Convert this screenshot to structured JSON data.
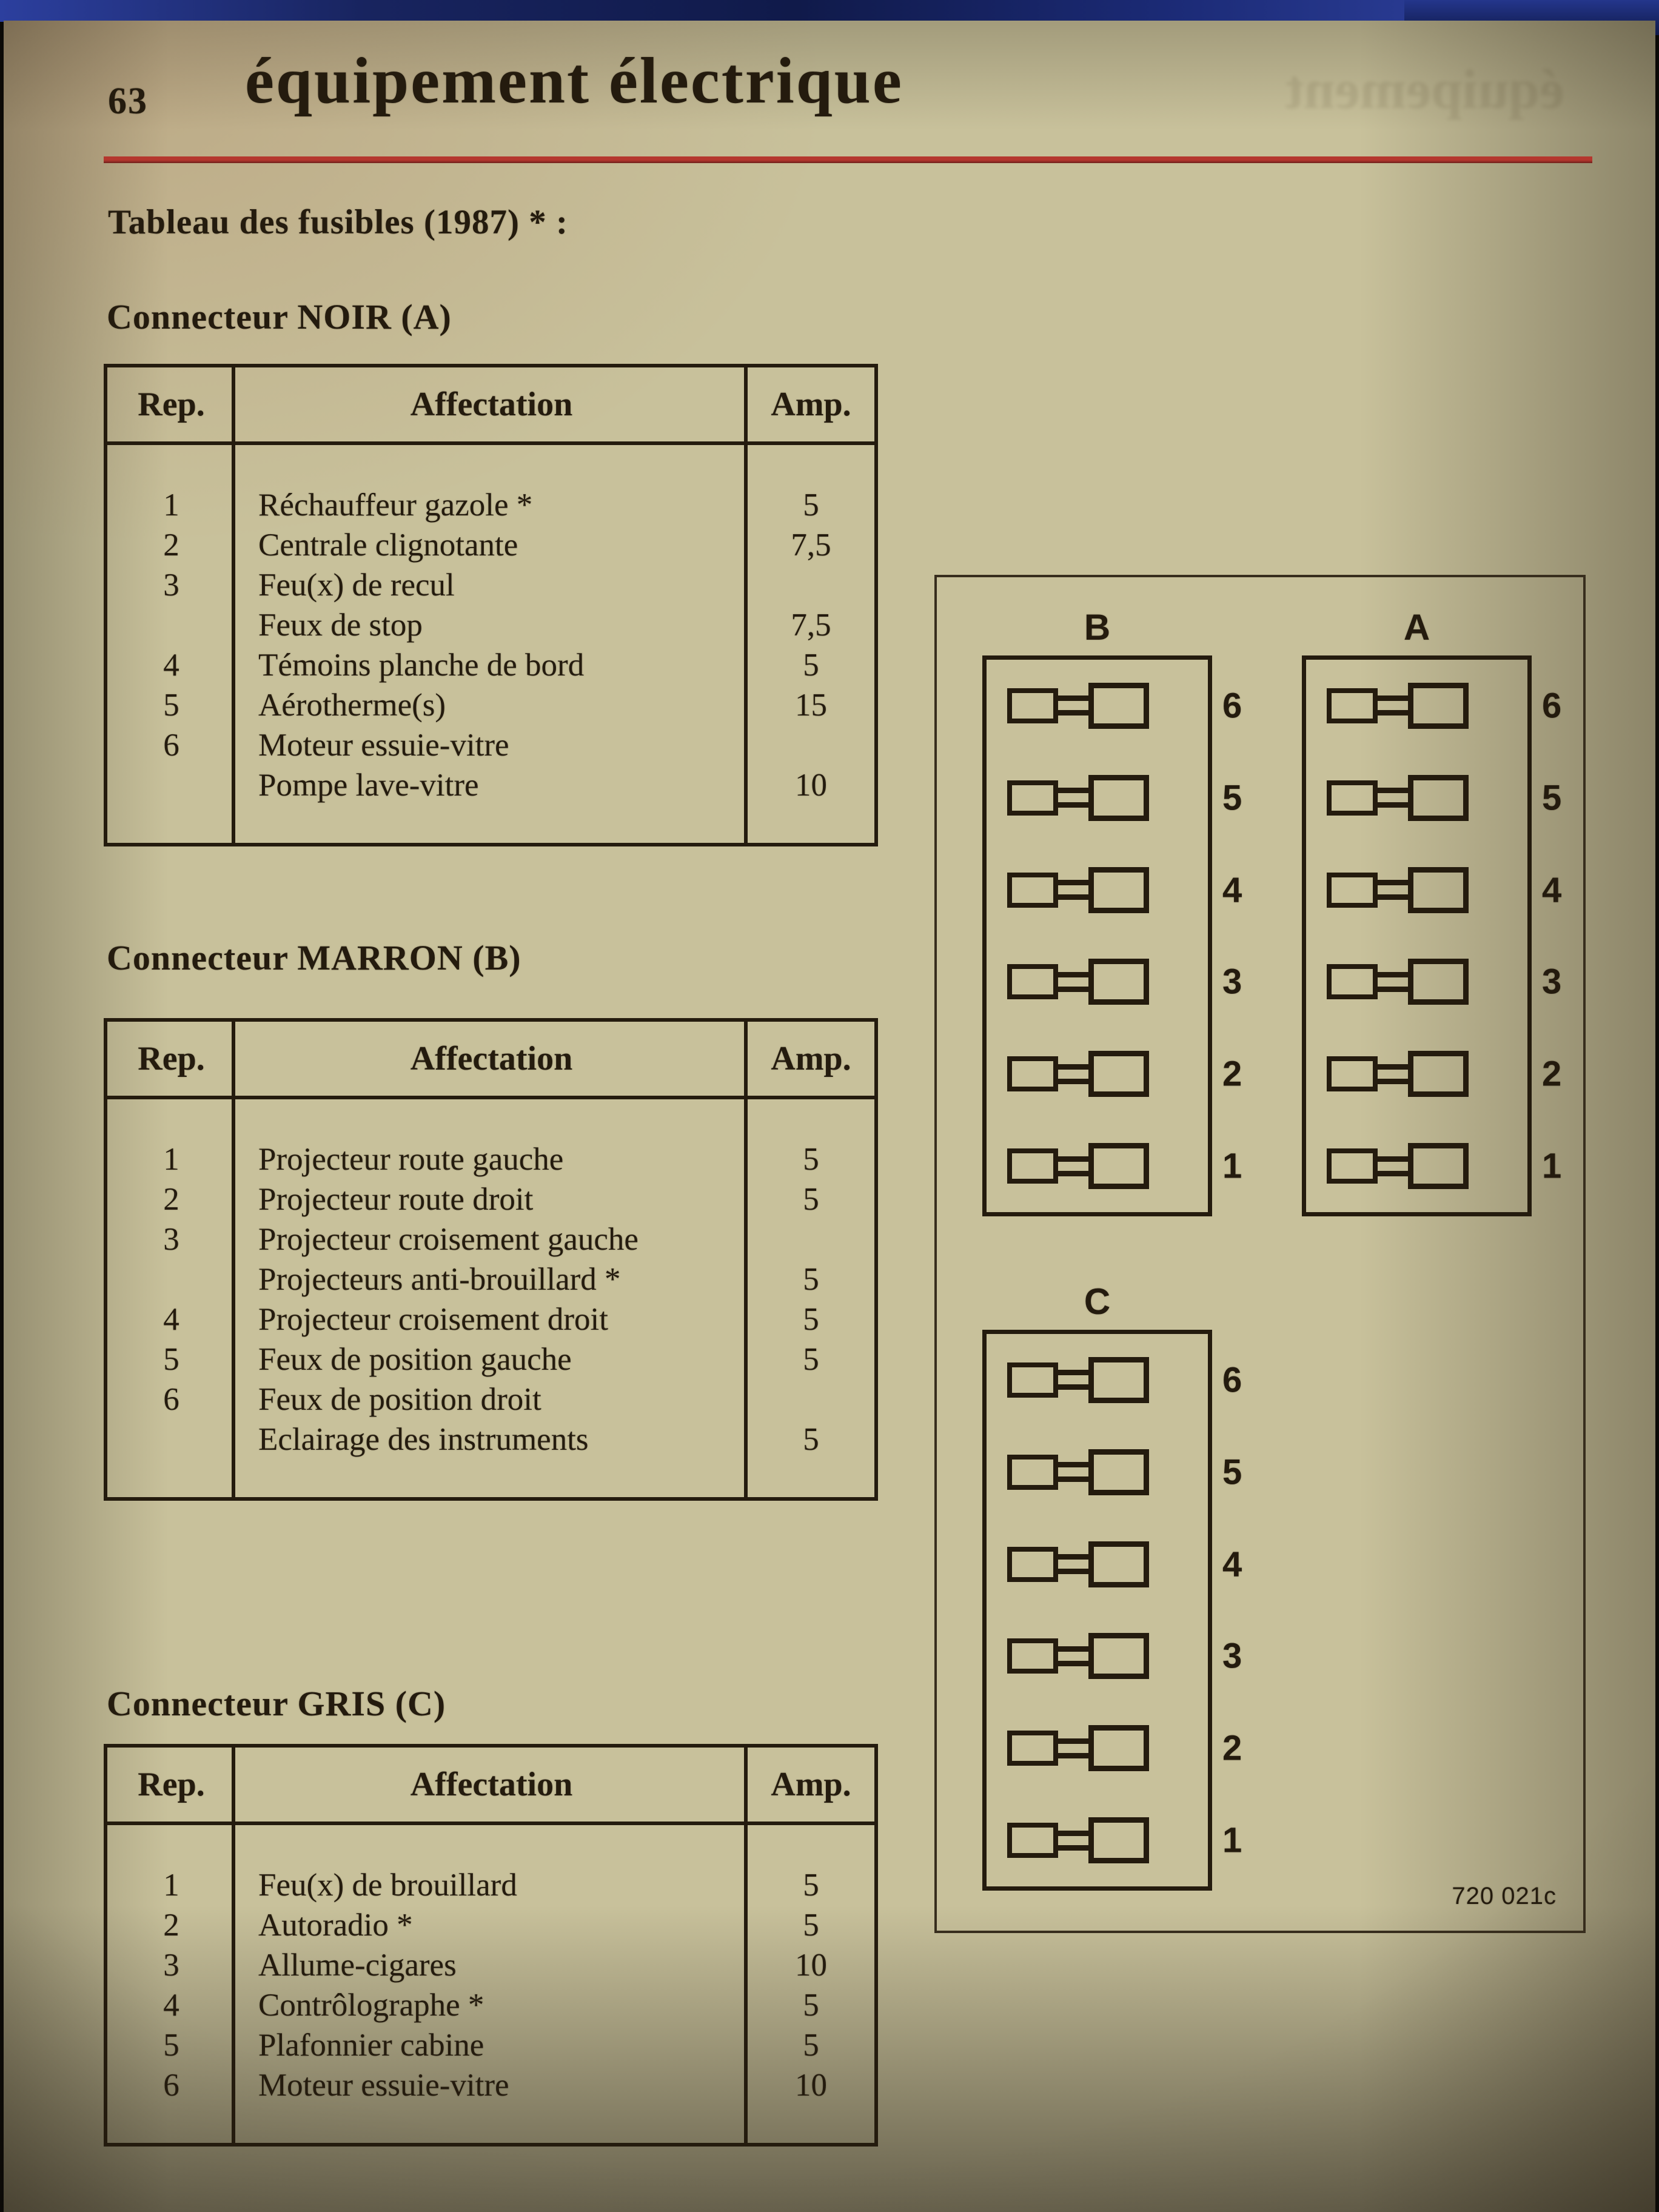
{
  "page": {
    "number": "63",
    "title": "équipement électrique",
    "subtitle": "Tableau des fusibles (1987) * :",
    "bleed_text": "équipement"
  },
  "colors": {
    "paper": "#c8c19b",
    "ink": "#241b0e",
    "red_rule": "#a5302a"
  },
  "tables": [
    {
      "heading": "Connecteur NOIR (A)",
      "columns": {
        "rep": "Rep.",
        "affectation": "Affectation",
        "amp": "Amp."
      },
      "rows": [
        {
          "rep": "1",
          "affectation": "Réchauffeur gazole *",
          "amp": "5"
        },
        {
          "rep": "2",
          "affectation": "Centrale clignotante",
          "amp": "7,5"
        },
        {
          "rep": "3",
          "affectation": "Feu(x) de recul",
          "amp": ""
        },
        {
          "rep": "",
          "affectation": "Feux de stop",
          "amp": "7,5"
        },
        {
          "rep": "4",
          "affectation": "Témoins planche de bord",
          "amp": "5"
        },
        {
          "rep": "5",
          "affectation": "Aérotherme(s)",
          "amp": "15"
        },
        {
          "rep": "6",
          "affectation": "Moteur essuie-vitre",
          "amp": ""
        },
        {
          "rep": "",
          "affectation": "Pompe lave-vitre",
          "amp": "10"
        }
      ]
    },
    {
      "heading": "Connecteur MARRON (B)",
      "columns": {
        "rep": "Rep.",
        "affectation": "Affectation",
        "amp": "Amp."
      },
      "rows": [
        {
          "rep": "1",
          "affectation": "Projecteur route gauche",
          "amp": "5"
        },
        {
          "rep": "2",
          "affectation": "Projecteur route droit",
          "amp": "5"
        },
        {
          "rep": "3",
          "affectation": "Projecteur croisement gauche",
          "amp": ""
        },
        {
          "rep": "",
          "affectation": "Projecteurs anti-brouillard *",
          "amp": "5"
        },
        {
          "rep": "4",
          "affectation": "Projecteur croisement droit",
          "amp": "5"
        },
        {
          "rep": "5",
          "affectation": "Feux de position gauche",
          "amp": "5"
        },
        {
          "rep": "6",
          "affectation": "Feux de position droit",
          "amp": ""
        },
        {
          "rep": "",
          "affectation": "Eclairage des instruments",
          "amp": "5"
        }
      ]
    },
    {
      "heading": "Connecteur GRIS (C)",
      "columns": {
        "rep": "Rep.",
        "affectation": "Affectation",
        "amp": "Amp."
      },
      "rows": [
        {
          "rep": "1",
          "affectation": "Feu(x) de brouillard",
          "amp": "5"
        },
        {
          "rep": "2",
          "affectation": "Autoradio *",
          "amp": "5"
        },
        {
          "rep": "3",
          "affectation": "Allume-cigares",
          "amp": "10"
        },
        {
          "rep": "4",
          "affectation": "Contrôlographe *",
          "amp": "5"
        },
        {
          "rep": "5",
          "affectation": "Plafonnier cabine",
          "amp": "5"
        },
        {
          "rep": "6",
          "affectation": "Moteur essuie-vitre",
          "amp": "10"
        }
      ]
    }
  ],
  "diagram": {
    "caption": "720 021c",
    "connectors": [
      {
        "label": "B",
        "fuses": [
          {
            "n": "6"
          },
          {
            "n": "5"
          },
          {
            "n": "4"
          },
          {
            "n": "3"
          },
          {
            "n": "2"
          },
          {
            "n": "1"
          }
        ]
      },
      {
        "label": "A",
        "fuses": [
          {
            "n": "6"
          },
          {
            "n": "5"
          },
          {
            "n": "4"
          },
          {
            "n": "3"
          },
          {
            "n": "2"
          },
          {
            "n": "1"
          }
        ]
      },
      {
        "label": "C",
        "fuses": [
          {
            "n": "6"
          },
          {
            "n": "5"
          },
          {
            "n": "4"
          },
          {
            "n": "3"
          },
          {
            "n": "2"
          },
          {
            "n": "1"
          }
        ]
      }
    ]
  }
}
